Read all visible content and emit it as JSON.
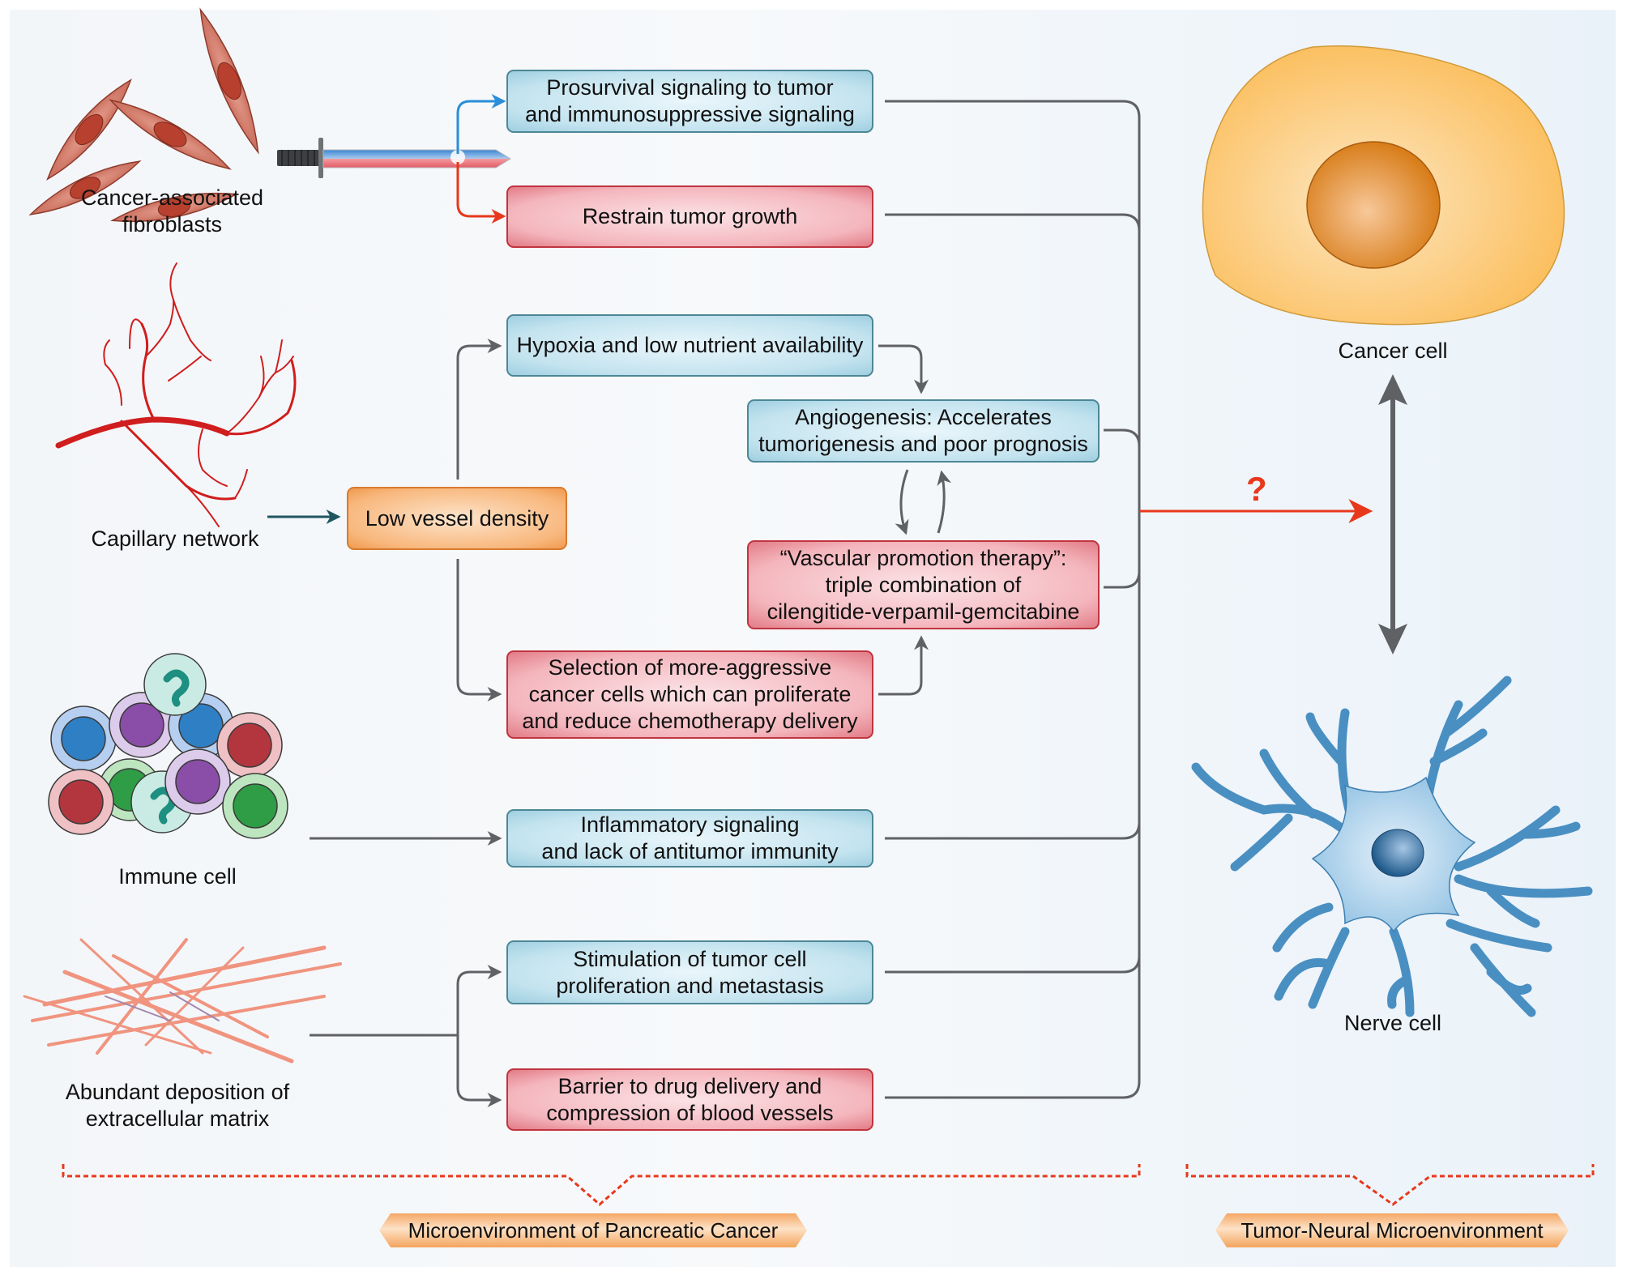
{
  "sources": {
    "fibroblasts": {
      "label_line1": "Cancer-associated",
      "label_line2": "fibroblasts",
      "icon": "fibroblast-icon"
    },
    "capillary": {
      "label": "Capillary network",
      "icon": "capillary-network-icon"
    },
    "immune": {
      "label": "Immune cell",
      "icon": "immune-cells-icon"
    },
    "ecm": {
      "label_line1": "Abundant deposition of",
      "label_line2": "extracellular matrix",
      "icon": "extracellular-matrix-icon"
    }
  },
  "double_edged_sword": {
    "icon": "double-edged-sword-icon"
  },
  "boxes": {
    "prosurvival": {
      "line1": "Prosurvival signaling to tumor",
      "line2": "and immunosuppressive signaling",
      "tone": "protumor"
    },
    "restrain": {
      "line1": "Restrain tumor growth",
      "tone": "antitumor"
    },
    "low_vessel": {
      "line1": "Low vessel density",
      "tone": "neutral"
    },
    "hypoxia": {
      "line1": "Hypoxia and low nutrient availability",
      "tone": "protumor"
    },
    "angiogenesis": {
      "line1": "Angiogenesis: Accelerates",
      "line2": "tumorigenesis and poor prognosis",
      "tone": "protumor"
    },
    "vpt": {
      "line1": "“Vascular promotion therapy”:",
      "line2": "triple combination of",
      "line3": "cilengitide-verpamil-gemcitabine",
      "tone": "antitumor"
    },
    "selection": {
      "line1": "Selection of more-aggressive",
      "line2": "cancer cells which can proliferate",
      "line3": "and reduce chemotherapy delivery",
      "tone": "antitumor"
    },
    "inflammatory": {
      "line1": "Inflammatory signaling",
      "line2": "and lack of antitumor immunity",
      "tone": "protumor"
    },
    "stimulation": {
      "line1": "Stimulation of tumor cell",
      "line2": "proliferation and metastasis",
      "tone": "protumor"
    },
    "barrier": {
      "line1": "Barrier to drug delivery and",
      "line2": "compression of blood vessels",
      "tone": "antitumor"
    }
  },
  "targets": {
    "cancer_cell": {
      "label": "Cancer cell",
      "icon": "cancer-cell-icon"
    },
    "nerve_cell": {
      "label": "Nerve cell",
      "icon": "nerve-cell-icon"
    }
  },
  "unknown_link": {
    "symbol": "?",
    "color": "#e8381c"
  },
  "section_tags": {
    "left": "Microenvironment of Pancreatic Cancer",
    "right": "Tumor-Neural Microenvironment"
  },
  "colors": {
    "protumor_box": "#c3e3ef",
    "antitumor_box": "#f4b6bd",
    "neutral_box": "#f8b77c",
    "connector": "#5f6164",
    "highlight_arrow": "#e8381c",
    "bracket": "#e8381c"
  }
}
